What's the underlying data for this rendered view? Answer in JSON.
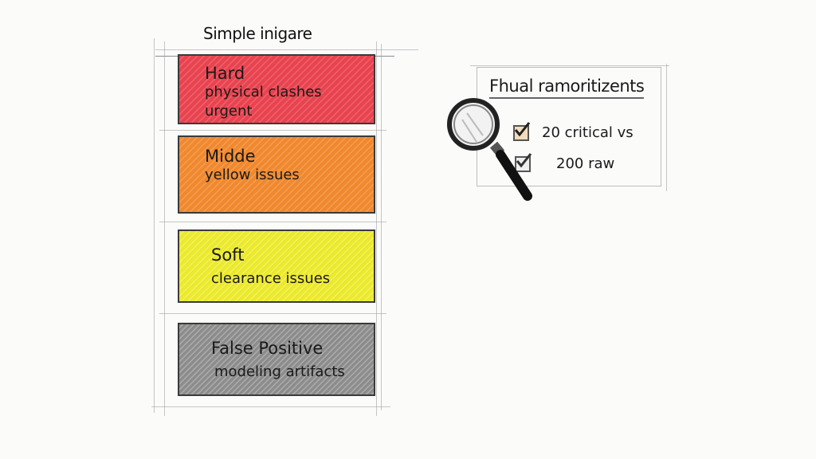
{
  "diagram": {
    "title": "Simple inigare",
    "tiers": [
      {
        "heading": "Hard",
        "lines": [
          "physical clashes",
          "urgent"
        ],
        "color": "#e8434f"
      },
      {
        "heading": "Midde",
        "lines": [
          "yellow issues"
        ],
        "color": "#f0892e"
      },
      {
        "heading": "Soft",
        "lines": [
          "clearance issues"
        ],
        "color": "#ecea2c"
      },
      {
        "heading": "False Positive",
        "lines": [
          "modeling artifacts"
        ],
        "color": "#8d8d8d"
      }
    ],
    "panel": {
      "title": "Fhual ramoritizents",
      "icon": "magnifier-icon",
      "items": [
        {
          "label": "20 critical  vs",
          "checked": true
        },
        {
          "label": "200 raw",
          "checked": true
        }
      ]
    }
  }
}
